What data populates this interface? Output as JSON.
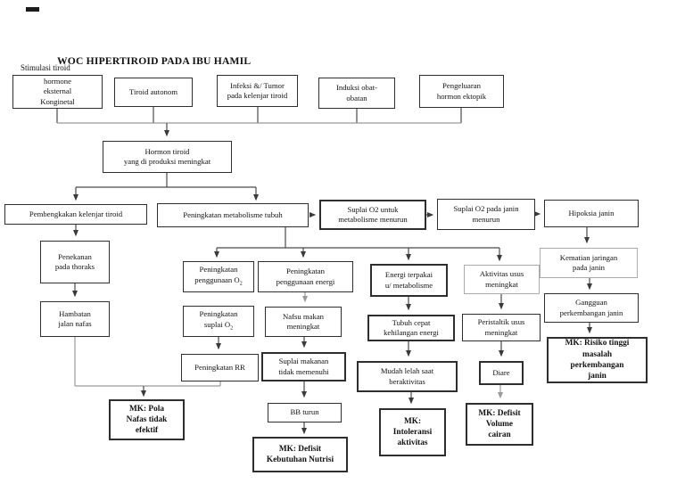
{
  "page": {
    "title": "WOC HIPERTIROID PADA IBU HAMIL",
    "annotation": "Stimulasi tiroid"
  },
  "colors": {
    "line": "#4a4a4a",
    "line_light": "#9a9a9a",
    "box_border": "#2e2e2e",
    "box_border_light": "#ababab",
    "text": "#111111",
    "background": "#ffffff"
  },
  "diagram": {
    "boxes": [
      {
        "id": "stimulasi-eksternal",
        "lines": [
          "hormone",
          "eksternal",
          "Konginetal"
        ]
      },
      {
        "id": "tiroid-autonom",
        "lines": [
          "Tiroid autonom"
        ]
      },
      {
        "id": "infeksi-tumor",
        "lines": [
          "Infeksi &/ Tumor",
          "pada kelenjar tiroid"
        ]
      },
      {
        "id": "induksi-obat",
        "lines": [
          "Induksi obat-",
          "obatan"
        ]
      },
      {
        "id": "pengeluaran-ektopik",
        "lines": [
          "Pengeluaran",
          "hormon ektopik"
        ]
      },
      {
        "id": "hormon-tiroid-meningkat",
        "lines": [
          "Hormon tiroid",
          "yang di produksi meningkat"
        ]
      },
      {
        "id": "pembengkakan-kelenjar",
        "lines": [
          "Pembengkakan kelenjar tiroid"
        ]
      },
      {
        "id": "peningkatan-metabolisme",
        "lines": [
          "Peningkatan metabolisme tubuh"
        ]
      },
      {
        "id": "suplai-o2-metabolisme",
        "lines": [
          "Suplai O2 untuk",
          "metabolisme menurun"
        ]
      },
      {
        "id": "suplai-o2-janin",
        "lines": [
          "Suplai O2 pada janin",
          "menurun"
        ]
      },
      {
        "id": "hipoksia-janin",
        "lines": [
          "Hipoksia janin"
        ]
      },
      {
        "id": "penekanan-thoraks",
        "lines": [
          "Penekanan",
          "pada thoraks"
        ]
      },
      {
        "id": "hambatan-jalan-nafas",
        "lines": [
          "Hambatan",
          "jalan nafas"
        ]
      },
      {
        "id": "peningkatan-penggunaan-o2",
        "lines": [
          "Peningkatan",
          "penggunaan O_{2}"
        ]
      },
      {
        "id": "peningkatan-penggunaan-energi",
        "lines": [
          "Peningkatan",
          "penggunaan energi"
        ]
      },
      {
        "id": "energi-terpakai",
        "lines": [
          "Energi terpakai",
          "u/ metabolisme"
        ]
      },
      {
        "id": "aktivitas-usus",
        "lines": [
          "Aktivitas usus",
          "meningkat"
        ]
      },
      {
        "id": "peningkatan-suplai-o2",
        "lines": [
          "Peningkatan",
          "suplai O_{2}"
        ]
      },
      {
        "id": "nafsu-makan",
        "lines": [
          "Nafsu makan",
          "meningkat"
        ]
      },
      {
        "id": "tubuh-cepat-kehilangan",
        "lines": [
          "Tubuh cepat",
          "kehilangan energi"
        ]
      },
      {
        "id": "peristaltik-usus",
        "lines": [
          "Peristaltik usus",
          "meningkat"
        ]
      },
      {
        "id": "kematian-jaringan",
        "lines": [
          "Kematian jaringan",
          "pada janin"
        ]
      },
      {
        "id": "gangguan-perkembangan",
        "lines": [
          "Gangguan",
          "perkembangan janin"
        ]
      },
      {
        "id": "peningkatan-rr",
        "lines": [
          "Peningkatan RR"
        ]
      },
      {
        "id": "suplai-makanan",
        "lines": [
          "Suplai makanan",
          "tidak memenuhi"
        ]
      },
      {
        "id": "mudah-lelah",
        "lines": [
          "Mudah lelah saat",
          "beraktivitas"
        ]
      },
      {
        "id": "diare",
        "lines": [
          "Diare"
        ]
      },
      {
        "id": "mk-pola-nafas",
        "lines": [
          "MK: Pola",
          "Nafas tidak",
          "efektif"
        ],
        "emphasis": true
      },
      {
        "id": "bb-turun",
        "lines": [
          "BB turun"
        ]
      },
      {
        "id": "mk-defisit-nutrisi",
        "lines": [
          "MK: Defisit",
          "Kebutuhan Nutrisi"
        ],
        "emphasis": true
      },
      {
        "id": "mk-intoleransi",
        "lines": [
          "MK:",
          "Intoleransi",
          "aktivitas"
        ],
        "emphasis": true
      },
      {
        "id": "mk-defisit-volume",
        "lines": [
          "MK: Defisit",
          "Volume",
          "cairan"
        ],
        "emphasis": true
      },
      {
        "id": "mk-risiko-janin",
        "lines": [
          "MK: Risiko tinggi",
          "masalah",
          "perkembangan",
          "janin"
        ],
        "emphasis": true
      }
    ]
  }
}
